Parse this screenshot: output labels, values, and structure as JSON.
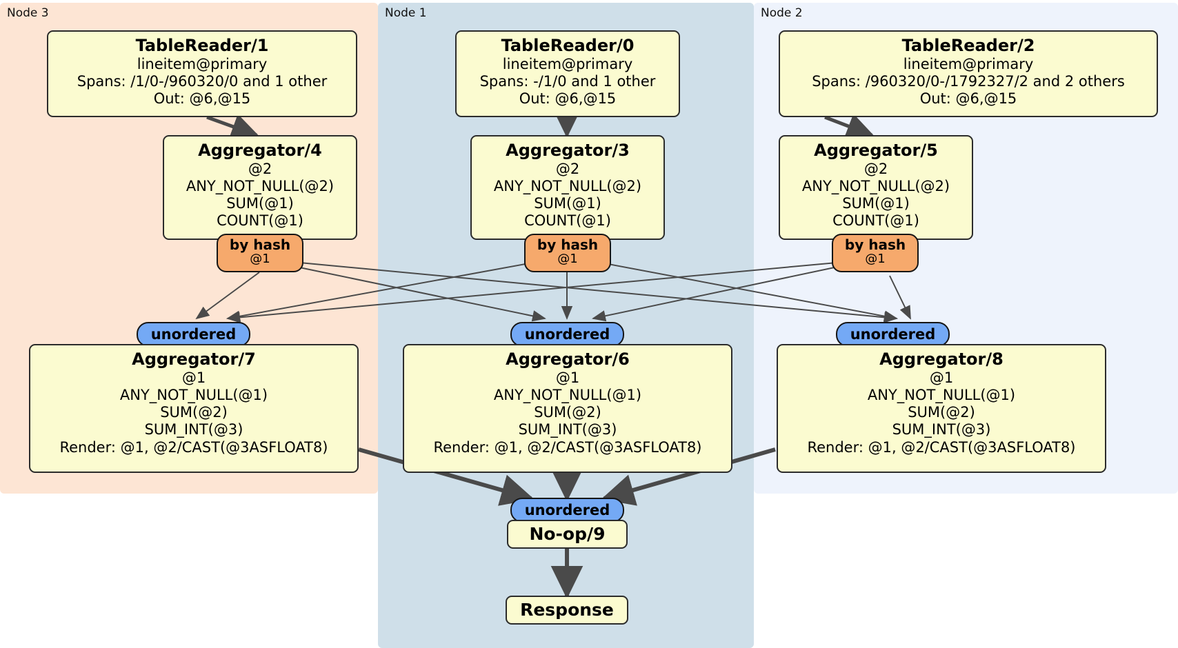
{
  "diagram": {
    "title": "Distributed SQL physical plan",
    "colors": {
      "node3_panel": "#fde5d4",
      "node1_panel": "#cfdfe9",
      "node2_panel": "#eef3fc",
      "processor_box": "#fbfbd0",
      "hash_router": "#f6a96c",
      "unordered_synchronizer": "#74a9f5",
      "edge": "#4a4a4a",
      "border": "#2b2b2b"
    }
  },
  "nodes": [
    {
      "id": "node3",
      "label": "Node 3"
    },
    {
      "id": "node1",
      "label": "Node 1"
    },
    {
      "id": "node2",
      "label": "Node 2"
    }
  ],
  "processors": {
    "table_reader_1": {
      "title": "TableReader/1",
      "lines": [
        "lineitem@primary",
        "Spans: /1/0-/960320/0 and 1 other",
        "Out: @6,@15"
      ]
    },
    "table_reader_0": {
      "title": "TableReader/0",
      "lines": [
        "lineitem@primary",
        "Spans: -/1/0 and 1 other",
        "Out: @6,@15"
      ]
    },
    "table_reader_2": {
      "title": "TableReader/2",
      "lines": [
        "lineitem@primary",
        "Spans: /960320/0-/1792327/2 and 2 others",
        "Out: @6,@15"
      ]
    },
    "aggregator_4": {
      "title": "Aggregator/4",
      "lines": [
        "@2",
        "ANY_NOT_NULL(@2)",
        "SUM(@1)",
        "COUNT(@1)"
      ]
    },
    "aggregator_3": {
      "title": "Aggregator/3",
      "lines": [
        "@2",
        "ANY_NOT_NULL(@2)",
        "SUM(@1)",
        "COUNT(@1)"
      ]
    },
    "aggregator_5": {
      "title": "Aggregator/5",
      "lines": [
        "@2",
        "ANY_NOT_NULL(@2)",
        "SUM(@1)",
        "COUNT(@1)"
      ]
    },
    "aggregator_7": {
      "title": "Aggregator/7",
      "lines": [
        "@1",
        "ANY_NOT_NULL(@1)",
        "SUM(@2)",
        "SUM_INT(@3)",
        "Render: @1, @2/CAST(@3ASFLOAT8)"
      ]
    },
    "aggregator_6": {
      "title": "Aggregator/6",
      "lines": [
        "@1",
        "ANY_NOT_NULL(@1)",
        "SUM(@2)",
        "SUM_INT(@3)",
        "Render: @1, @2/CAST(@3ASFLOAT8)"
      ]
    },
    "aggregator_8": {
      "title": "Aggregator/8",
      "lines": [
        "@1",
        "ANY_NOT_NULL(@1)",
        "SUM(@2)",
        "SUM_INT(@3)",
        "Render: @1, @2/CAST(@3ASFLOAT8)"
      ]
    },
    "noop_9": {
      "title": "No-op/9"
    },
    "response": {
      "title": "Response"
    }
  },
  "routers": {
    "hash_4": {
      "type": "by hash",
      "column": "@1"
    },
    "hash_3": {
      "type": "by hash",
      "column": "@1"
    },
    "hash_5": {
      "type": "by hash",
      "column": "@1"
    }
  },
  "synchronizers": {
    "unordered_7": {
      "label": "unordered"
    },
    "unordered_6": {
      "label": "unordered"
    },
    "unordered_8": {
      "label": "unordered"
    },
    "unordered_final": {
      "label": "unordered"
    }
  }
}
